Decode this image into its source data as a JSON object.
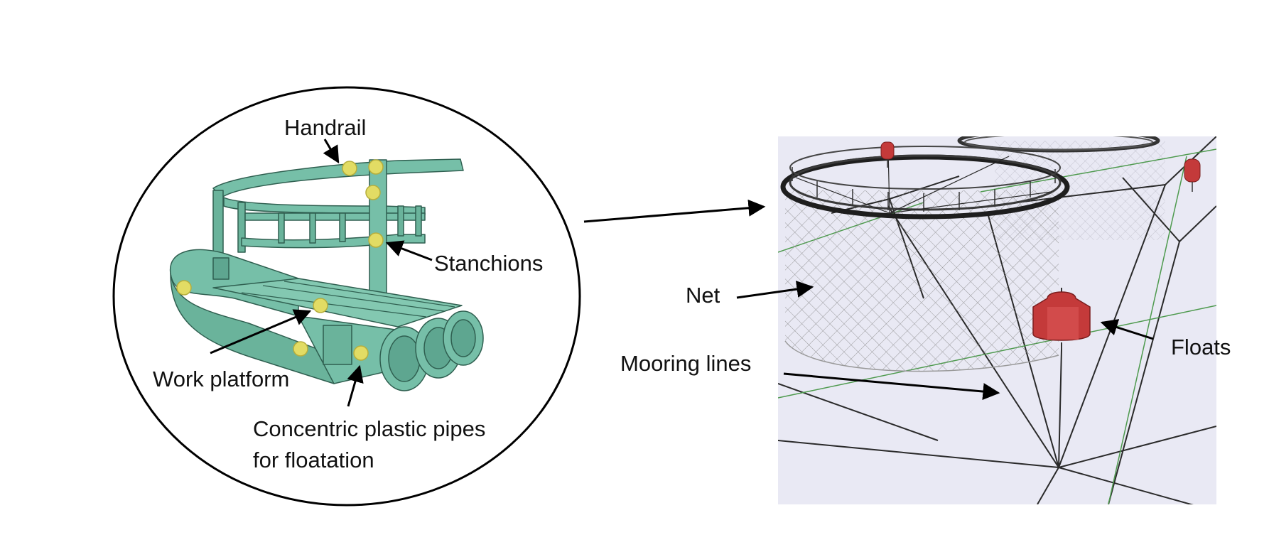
{
  "labels": {
    "handrail": "Handrail",
    "stanchions": "Stanchions",
    "work_platform": "Work platform",
    "pipes_line1": "Concentric plastic pipes",
    "pipes_line2": "for floatation",
    "net": "Net",
    "mooring_lines": "Mooring lines",
    "floats": "Floats"
  },
  "colors": {
    "pipe_green": "#76bfa8",
    "pipe_edge": "#2f5f50",
    "highlight_yellow": "#e2dc64",
    "scene_bg": "#e9e9f4",
    "float_red": "#c43a3a",
    "net_line": "#8a8a8a"
  }
}
